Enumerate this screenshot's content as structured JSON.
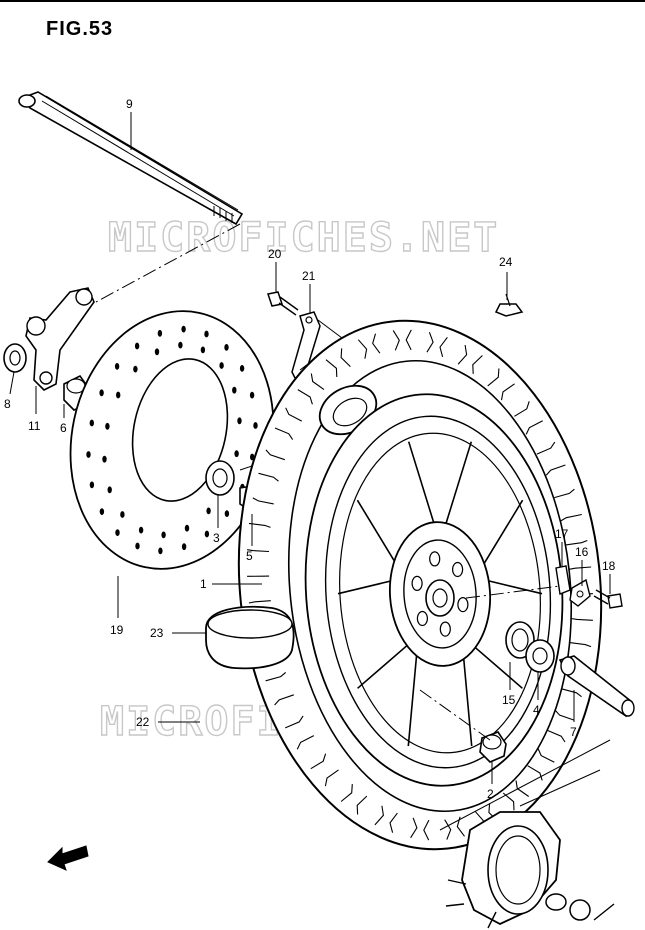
{
  "figure": {
    "title": "FIG.53"
  },
  "watermark": {
    "text": "MICROFICHES.NET"
  },
  "callouts": [
    {
      "id": "c9",
      "label": "9"
    },
    {
      "id": "c20",
      "label": "20"
    },
    {
      "id": "c21",
      "label": "21"
    },
    {
      "id": "c24",
      "label": "24"
    },
    {
      "id": "c8",
      "label": "8"
    },
    {
      "id": "c11",
      "label": "11"
    },
    {
      "id": "c6",
      "label": "6"
    },
    {
      "id": "c3",
      "label": "3"
    },
    {
      "id": "c5",
      "label": "5"
    },
    {
      "id": "c1",
      "label": "1"
    },
    {
      "id": "c19",
      "label": "19"
    },
    {
      "id": "c23",
      "label": "23"
    },
    {
      "id": "c22",
      "label": "22"
    },
    {
      "id": "c17",
      "label": "17"
    },
    {
      "id": "c16",
      "label": "16"
    },
    {
      "id": "c18",
      "label": "18"
    },
    {
      "id": "c15",
      "label": "15"
    },
    {
      "id": "c4",
      "label": "4"
    },
    {
      "id": "c7",
      "label": "7"
    },
    {
      "id": "c2",
      "label": "2"
    }
  ],
  "colors": {
    "ink": "#000000",
    "paper": "#ffffff",
    "watermark": "#c8c8c8"
  }
}
